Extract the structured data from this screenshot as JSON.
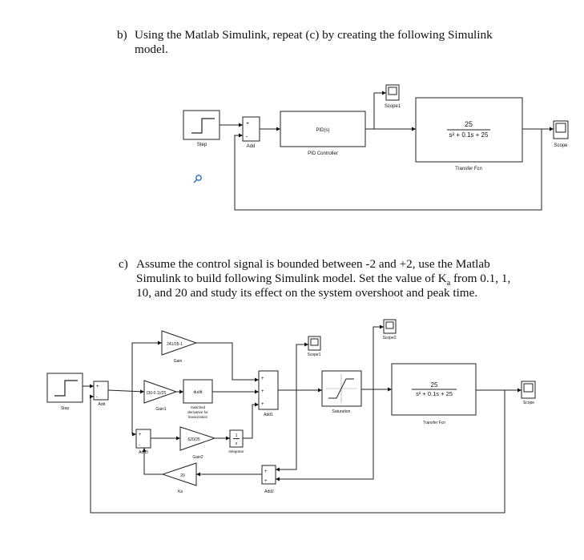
{
  "section_b": {
    "label": "b)",
    "line1": "Using the Matlab Simulink, repeat (c) by creating the following Simulink",
    "line2": "model."
  },
  "section_c": {
    "label": "c)",
    "line1": "Assume the control signal is bounded between -2 and +2, use the Matlab",
    "line2": "Simulink to build following Simulink model. Set the value of K",
    "line2_sub": "a",
    "line2_tail": " from 0.1, 1,",
    "line3": "10, and 20 and study its effect on the system overshoot and peak time."
  },
  "diagram1": {
    "step": "Step",
    "add": "Add",
    "pid_block": "PID(s)",
    "pid_label": "PID Controller",
    "scope1": "Scope1",
    "tf_num": "25",
    "tf_den": "s² + 0.1s + 25",
    "tf_label": "Transfer Fcn",
    "scope": "Scope",
    "search_icon": "magnifier-icon"
  },
  "diagram2": {
    "step": "Step",
    "add": "Add",
    "gain_value": "241/25-1",
    "gain_label": "Gain",
    "gain1_value": "(30-0.1)/25",
    "gain1_label": "Gain1",
    "deriv_value": "du/dt",
    "deriv_label1": "Switched",
    "deriv_label2": "derivative for",
    "deriv_label3": "linearization",
    "add3": "Add3",
    "gain2_value": "620/25",
    "gain2_label": "Gain2",
    "integrator_num": "1",
    "integrator_den": "s",
    "integrator_label": "Integrator",
    "ka_value": "20",
    "ka_label": "Ka",
    "add1": "Add1",
    "add2": "Add2",
    "scope1": "Scope1",
    "scope2": "Scope2",
    "saturation": "Saturation",
    "tf_num": "25",
    "tf_den": "s² + 0.1s + 25",
    "tf_label": "Transfer Fcn",
    "scope": "Scope"
  }
}
